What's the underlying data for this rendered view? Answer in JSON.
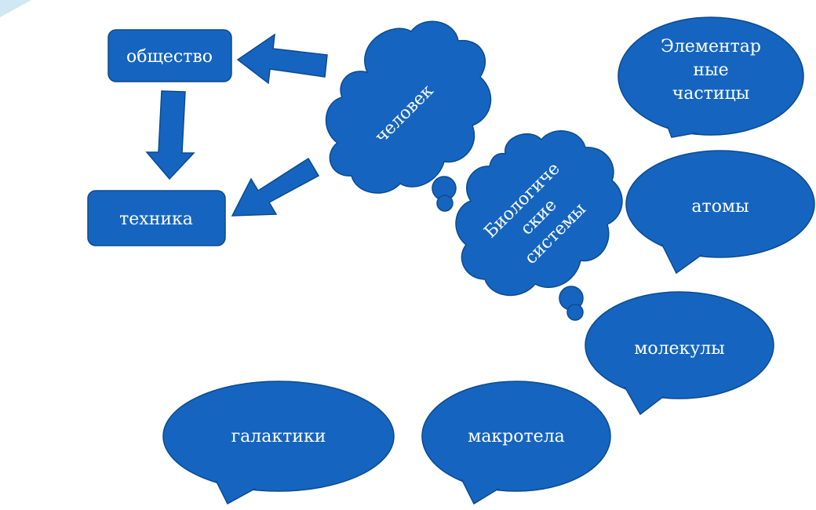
{
  "colors": {
    "shape_fill": "#1565c0",
    "shape_stroke": "#0b4a8f",
    "text": "#ffffff",
    "background": "#ffffff"
  },
  "boxes": {
    "society": "общество",
    "technology": "техника"
  },
  "clouds": {
    "human": "человек",
    "bio_line1": "Биологиче",
    "bio_line2": "ские",
    "bio_line3": "системы"
  },
  "bubbles": {
    "particles_line1": "Элементар",
    "particles_line2": "ные",
    "particles_line3": "частицы",
    "atoms": "атомы",
    "molecules": "молекулы",
    "macrobodies": "макротела",
    "galaxies": "галактики"
  }
}
